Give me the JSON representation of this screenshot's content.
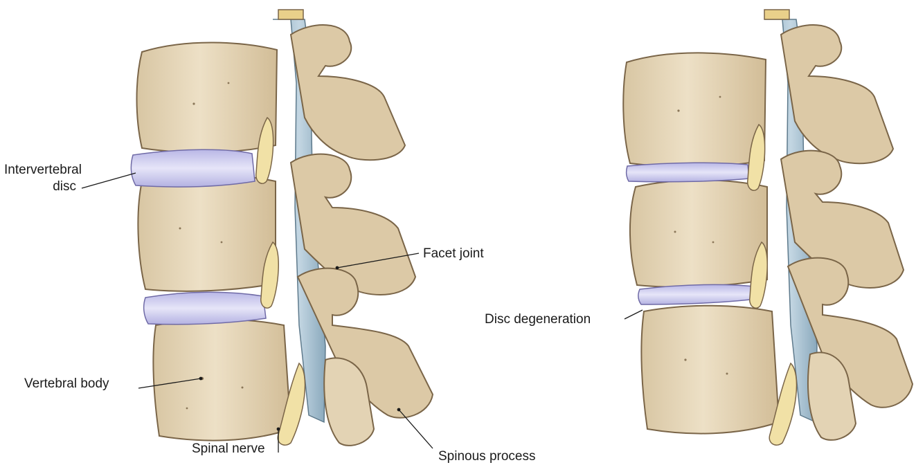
{
  "diagram": {
    "labels": {
      "intervertebral_disc": [
        "Intervertebral",
        "disc"
      ],
      "facet_joint": "Facet joint",
      "vertebral_body": "Vertebral body",
      "spinal_nerve": "Spinal nerve",
      "spinous_process": "Spinous process",
      "disc_degeneration": "Disc degeneration"
    },
    "colors": {
      "bone": "#e6d7bb",
      "bone_shadow": "#c9b38e",
      "bone_outline": "#7a6548",
      "disc": "#c9c8ec",
      "disc_highlight": "#e4e3f7",
      "spinal_cord": "#a9c3d3",
      "nerve": "#f1e1a6",
      "leader_line": "#1a1a1a"
    }
  }
}
